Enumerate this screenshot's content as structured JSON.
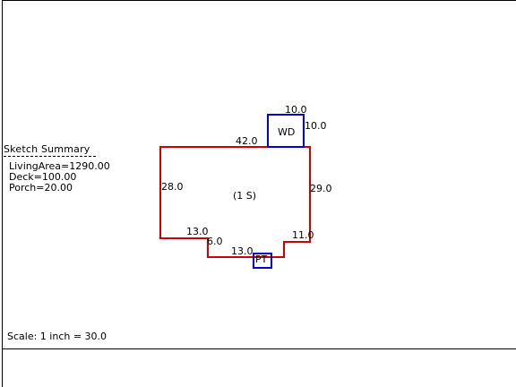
{
  "summary": {
    "title": "Sketch Summary",
    "items": [
      {
        "label": "LivingArea",
        "value": "1290.00"
      },
      {
        "label": "Deck",
        "value": "100.00"
      },
      {
        "label": "Porch",
        "value": "20.00"
      }
    ]
  },
  "scale": {
    "text": "Scale: 1 inch = 30.0"
  },
  "sketch": {
    "main_label": "(1 S)",
    "main_color": "#cc0000",
    "addon_color": "#0000cc",
    "dimensions": {
      "top": "42.0",
      "left": "28.0",
      "right": "29.0",
      "bottom_left": "13.0",
      "notch": "6.0",
      "bottom_center": "13.0",
      "bottom_right": "11.0"
    },
    "wd": {
      "label": "WD",
      "top": "10.0",
      "right": "10.0"
    },
    "pt": {
      "label": "PT"
    }
  }
}
